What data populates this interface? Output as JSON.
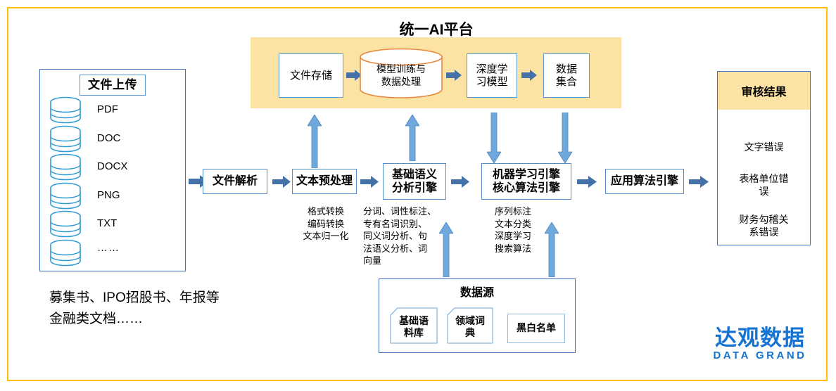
{
  "frame": {
    "border_color": "#FFC000"
  },
  "theme": {
    "box_border": "#5B9BD5",
    "panel_border": "#4472C4",
    "band_fill": "#FCE3A4",
    "arrow_blue": "#4472A8",
    "arrow_light_blue": "#6FA8DC",
    "cylinder_orange": "#E8863C",
    "logo_blue": "#1673D1"
  },
  "upload": {
    "title": "文件上传",
    "formats": [
      "PDF",
      "DOC",
      "DOCX",
      "PNG",
      "TXT",
      "……"
    ],
    "caption_line1": "募集书、IPO招股书、年报等",
    "caption_line2": "金融类文档……"
  },
  "ai_platform": {
    "title": "统一AI平台",
    "nodes": [
      {
        "id": "file-storage",
        "label": "文件存储",
        "shape": "rect"
      },
      {
        "id": "model-training",
        "label_line1": "模型训练与",
        "label_line2": "数据处理",
        "shape": "cylinder"
      },
      {
        "id": "deep-learning-model",
        "label_line1": "深度学",
        "label_line2": "习模型",
        "shape": "rect"
      },
      {
        "id": "data-set",
        "label_line1": "数据",
        "label_line2": "集合",
        "shape": "rect"
      }
    ]
  },
  "pipeline": {
    "steps": [
      {
        "id": "file-parse",
        "label": "文件解析",
        "note": ""
      },
      {
        "id": "text-preprocess",
        "label": "文本预处理",
        "note": "格式转换\n编码转换\n文本归一化"
      },
      {
        "id": "semantic-engine",
        "label_line1": "基础语义",
        "label_line2": "分析引擎",
        "note": "分词、词性标注、\n专有名词识别、\n同义词分析、句\n法语义分析、词\n向量"
      },
      {
        "id": "ml-engine",
        "label_line1": "机器学习引擎",
        "label_line2": "核心算法引擎",
        "note": "序列标注\n文本分类\n深度学习\n搜索算法"
      },
      {
        "id": "applied-algo-engine",
        "label": "应用算法引擎",
        "note": ""
      }
    ]
  },
  "result": {
    "title": "审核结果",
    "items": [
      "文字错误",
      "表格单位错\n误",
      "财务勾稽关\n系错误"
    ]
  },
  "data_source": {
    "title": "数据源",
    "items": [
      {
        "id": "corpus",
        "label": "基础语\n料库",
        "folded": true
      },
      {
        "id": "domain-dict",
        "label": "领域词\n典",
        "folded": true
      },
      {
        "id": "blacklist-whitelist",
        "label": "黑白名单",
        "folded": false
      }
    ]
  },
  "logo": {
    "cn": "达观数据",
    "en": "DATA GRAND"
  }
}
